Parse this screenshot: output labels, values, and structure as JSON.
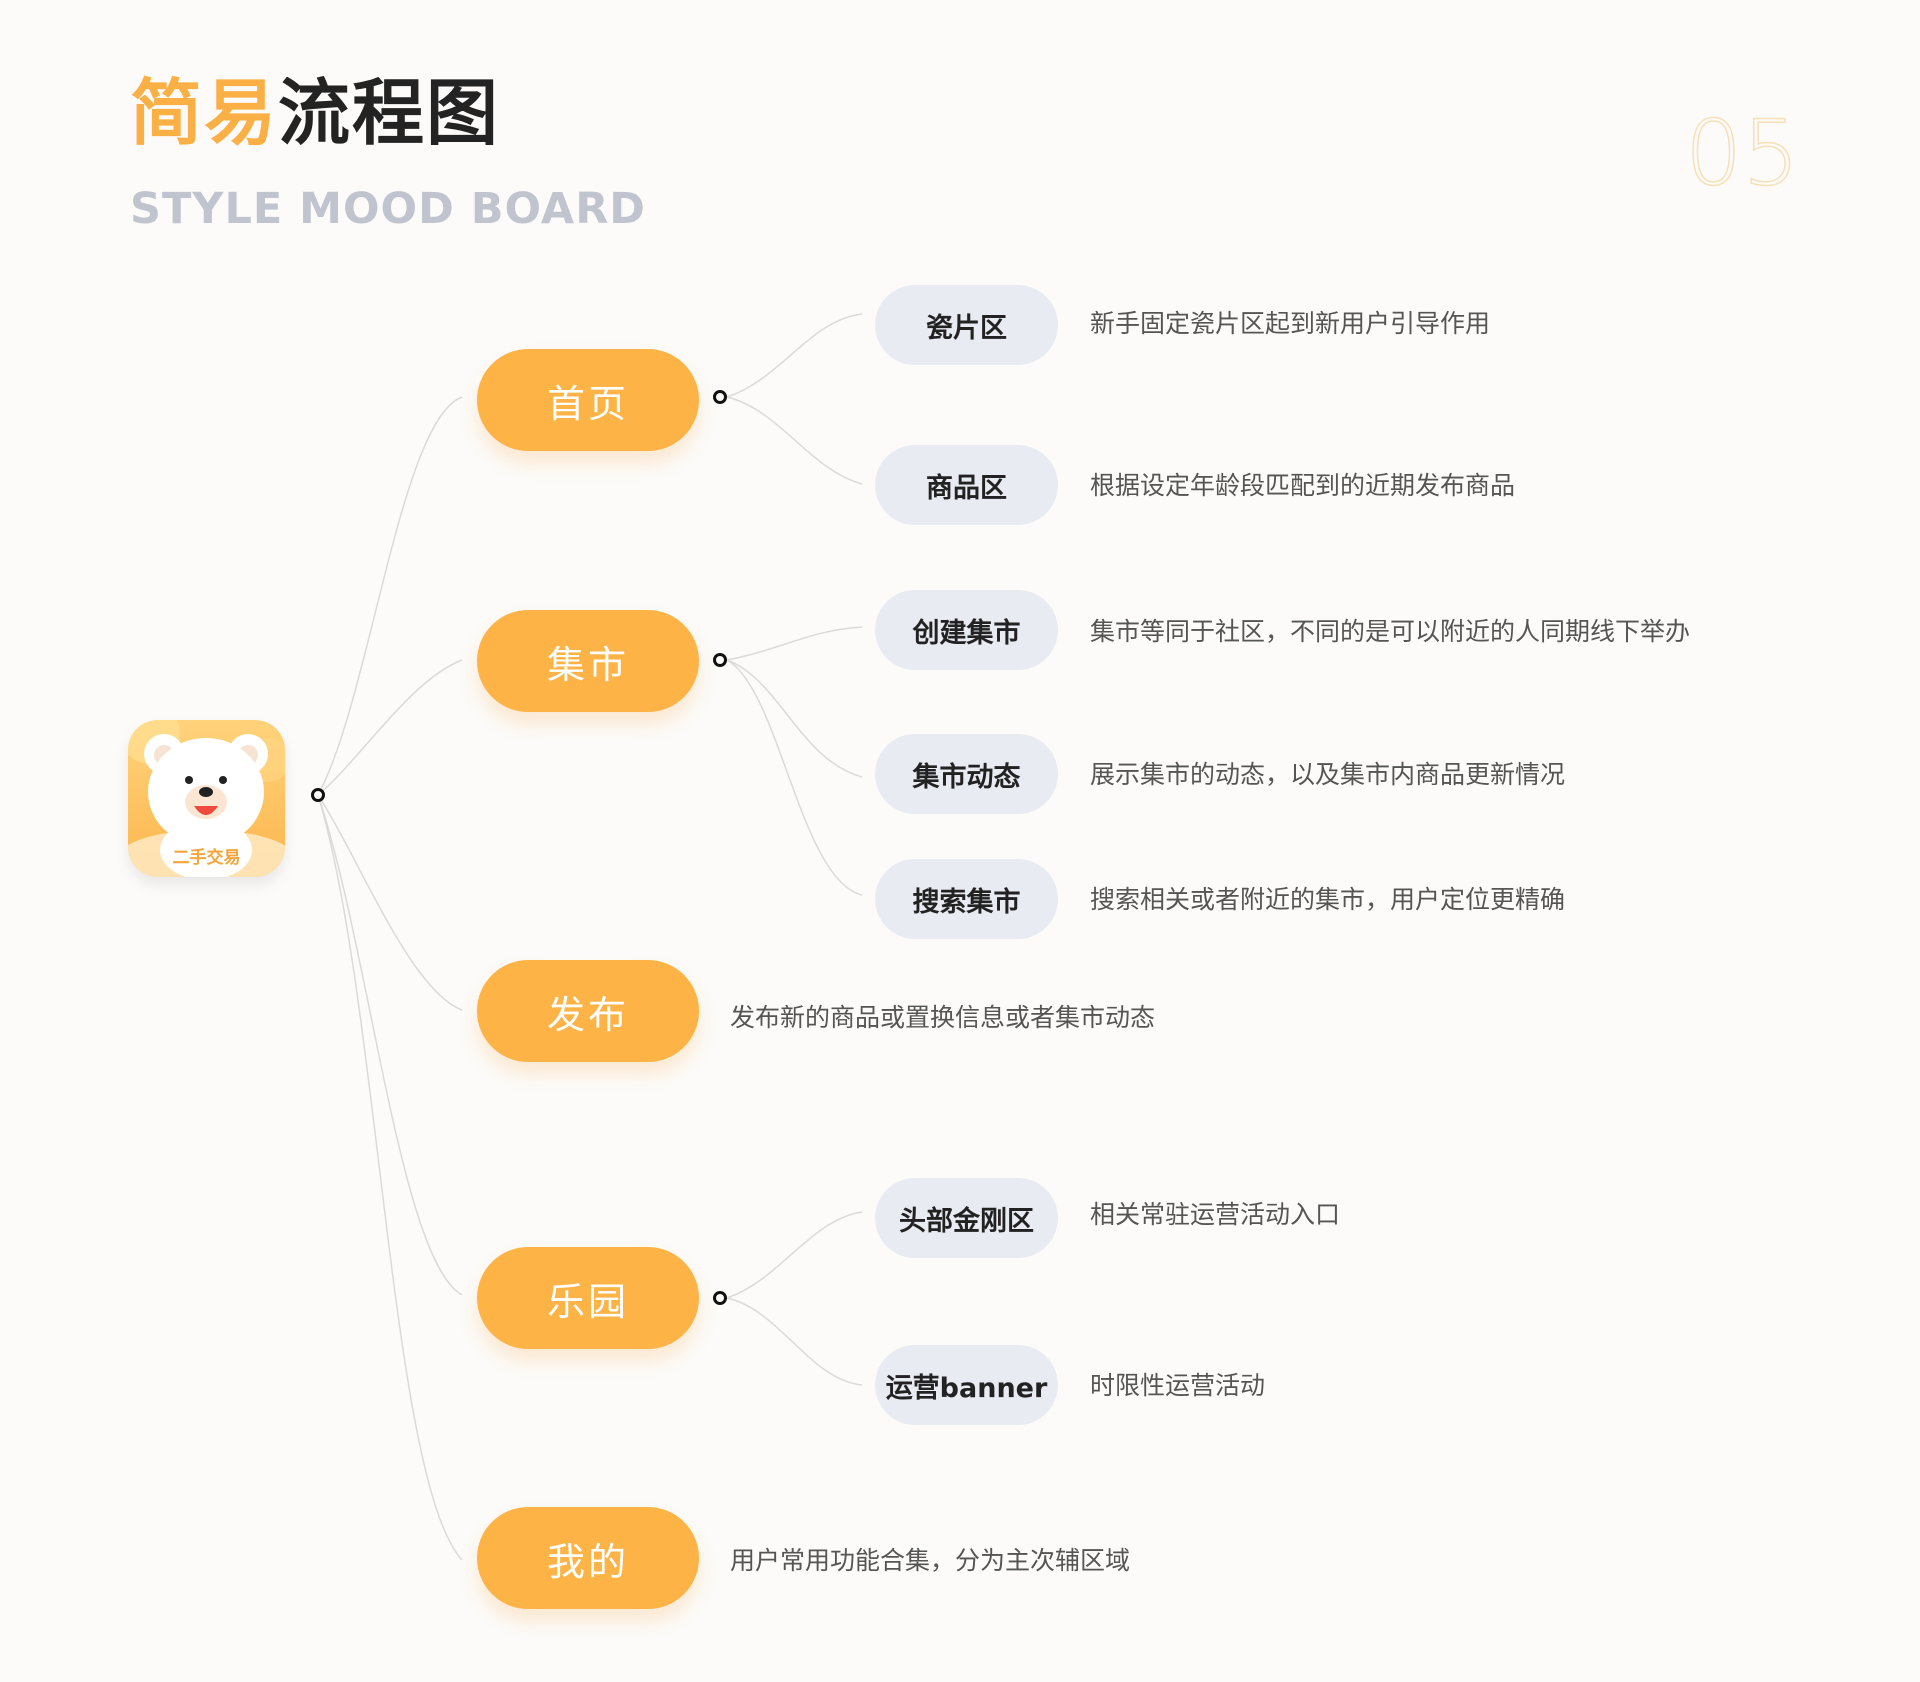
{
  "header": {
    "title_accent": "简易",
    "title_main": "流程图",
    "subtitle": "STYLE MOOD BOARD",
    "page_number": "05"
  },
  "app": {
    "icon_label": "二手交易"
  },
  "categories": [
    {
      "label": "首页",
      "children": [
        {
          "label": "瓷片区",
          "desc": "新手固定瓷片区起到新用户引导作用"
        },
        {
          "label": "商品区",
          "desc": "根据设定年龄段匹配到的近期发布商品"
        }
      ]
    },
    {
      "label": "集市",
      "children": [
        {
          "label": "创建集市",
          "desc": "集市等同于社区，不同的是可以附近的人同期线下举办"
        },
        {
          "label": "集市动态",
          "desc": "展示集市的动态，以及集市内商品更新情况"
        },
        {
          "label": "搜索集市",
          "desc": "搜索相关或者附近的集市，用户定位更精确"
        }
      ]
    },
    {
      "label": "发布",
      "desc": "发布新的商品或置换信息或者集市动态"
    },
    {
      "label": "乐园",
      "children": [
        {
          "label": "头部金刚区",
          "desc": "相关常驻运营活动入口"
        },
        {
          "label": "运营banner",
          "desc": "时限性运营活动"
        }
      ]
    },
    {
      "label": "我的",
      "desc": "用户常用功能合集，分为主次辅区域"
    }
  ],
  "colors": {
    "accent": "#fdb345",
    "pill_secondary": "#e9ebf2",
    "title_dark": "#232323",
    "subtitle_gray": "#bfc4cf"
  }
}
